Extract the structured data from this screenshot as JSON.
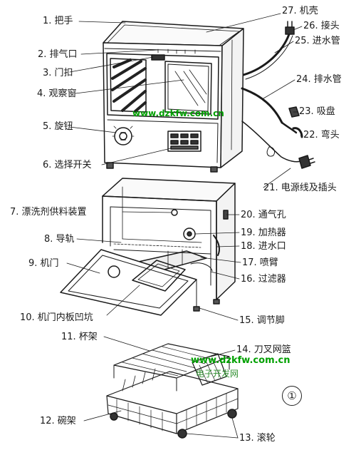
{
  "labels": {
    "l1": "1. 把手",
    "l2": "2. 排气口",
    "l3": "3. 门扣",
    "l4": "4. 观察窗",
    "l5": "5. 旋钮",
    "l6": "6. 选择开关",
    "l7": "7. 漂洗剂供料装置",
    "l8": "8. 导轨",
    "l9": "9. 机门",
    "l10": "10. 机门内板凹坑",
    "l11": "11. 杯架",
    "l12": "12. 碗架",
    "l13": "13. 滚轮",
    "l14": "14. 刀叉网篮",
    "l15": "15. 调节脚",
    "l16": "16. 过滤器",
    "l17": "17. 喷臂",
    "l18": "18. 进水口",
    "l19": "19. 加热器",
    "l20": "20. 通气孔",
    "l21": "21. 电源线及插头",
    "l22": "22. 弯头",
    "l23": "23. 吸盘",
    "l24": "24. 排水管",
    "l25": "25. 进水管",
    "l26": "26. 接头",
    "l27": "27. 机壳"
  },
  "watermarks": {
    "w1": "www.dzkfw.com.cn",
    "w2": "www.dzkfw.com.cn",
    "w3": "电子开发网"
  },
  "figure_number": "①"
}
